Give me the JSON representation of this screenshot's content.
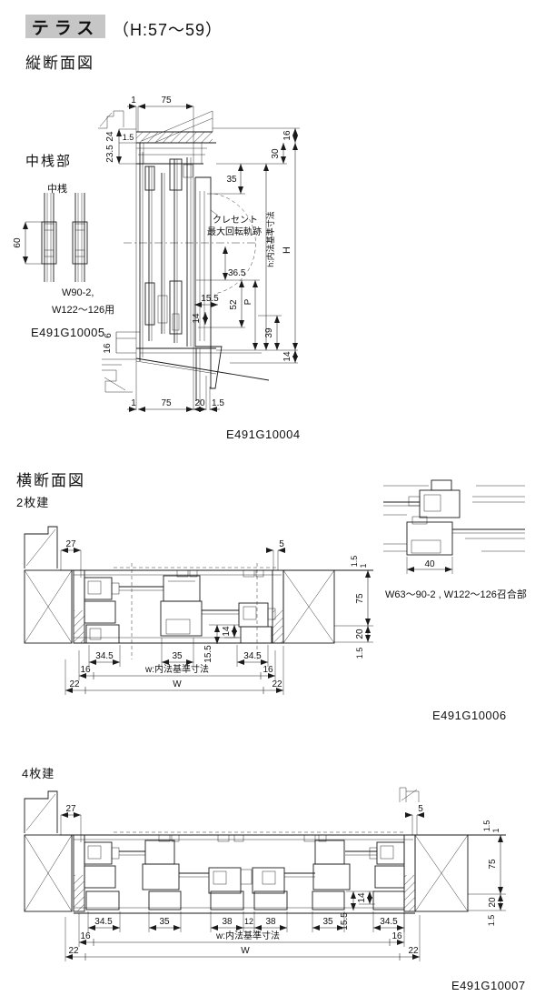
{
  "header": {
    "tag": "テラス",
    "range": "（H:57～59）"
  },
  "vs": {
    "title": "縦断面図",
    "code": "E491G10004",
    "note1": "クレセント",
    "note2": "最大回転軌跡",
    "axis": "h:内法基準寸法",
    "d": {
      "t1": "1",
      "t75": "75",
      "l15": "1.5",
      "l24": "24",
      "l235": "23.5",
      "r16": "16",
      "r30": "30",
      "m35": "35",
      "m365": "36.5",
      "m155": "15.5",
      "m52": "52",
      "mP": "P",
      "m14": "14",
      "H": "H",
      "r39": "39",
      "r14": "14",
      "bl6": "6",
      "bl16": "16",
      "b1": "1",
      "b75": "75",
      "b20": "20",
      "b15": "1.5"
    }
  },
  "nz": {
    "title": "中桟部",
    "label": "中桟",
    "d60": "60",
    "use1": "W90-2,",
    "use2": "W122～126用",
    "code": "E491G10005"
  },
  "hs": {
    "title": "横断面図",
    "p2": {
      "label": "2枚建",
      "code": "E491G10006",
      "d": {
        "t27": "27",
        "t5": "5",
        "r15a": "1.5",
        "r1": "1",
        "r75": "75",
        "r20": "20",
        "r15b": "1.5",
        "a345": "34.5",
        "a35": "35",
        "v155": "15.5",
        "v14": "14",
        "b345": "34.5",
        "g16a": "16",
        "w": "w:内法基準寸法",
        "g16b": "16",
        "g22a": "22",
        "W": "W",
        "g22b": "22"
      }
    },
    "dt": {
      "d40": "40",
      "caption": "W63～90-2 , W122～126召合部"
    },
    "p4": {
      "label": "4枚建",
      "code": "E491G10007",
      "d": {
        "t27": "27",
        "t5": "5",
        "r15a": "1.5",
        "r1": "1",
        "r75": "75",
        "r20": "20",
        "r15b": "1.5",
        "a345": "34.5",
        "a35": "35",
        "c38a": "38",
        "c12": "12",
        "c38b": "38",
        "b35": "35",
        "v155": "15.5",
        "v14": "14",
        "b345": "34.5",
        "g16a": "16",
        "w": "w:内法基準寸法",
        "g16b": "16",
        "g22a": "22",
        "W": "W",
        "g22b": "22"
      }
    }
  }
}
